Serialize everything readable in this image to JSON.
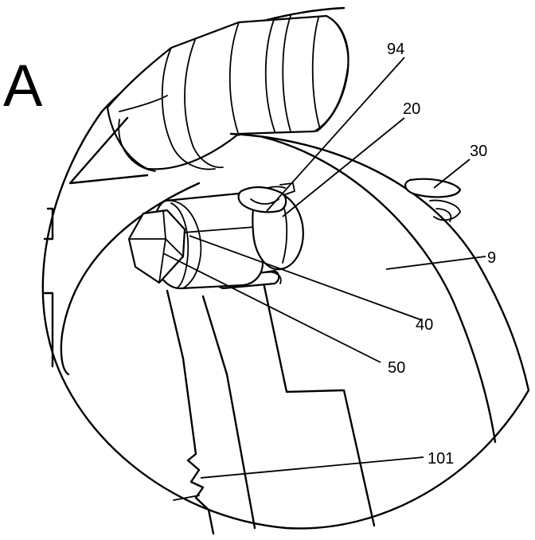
{
  "figure": {
    "view_label": "A",
    "callouts": [
      {
        "id": "c94",
        "text": "94"
      },
      {
        "id": "c20",
        "text": "20"
      },
      {
        "id": "c30",
        "text": "30"
      },
      {
        "id": "c9",
        "text": "9"
      },
      {
        "id": "c40",
        "text": "40"
      },
      {
        "id": "c50",
        "text": "50"
      },
      {
        "id": "c101",
        "text": "101"
      }
    ]
  }
}
